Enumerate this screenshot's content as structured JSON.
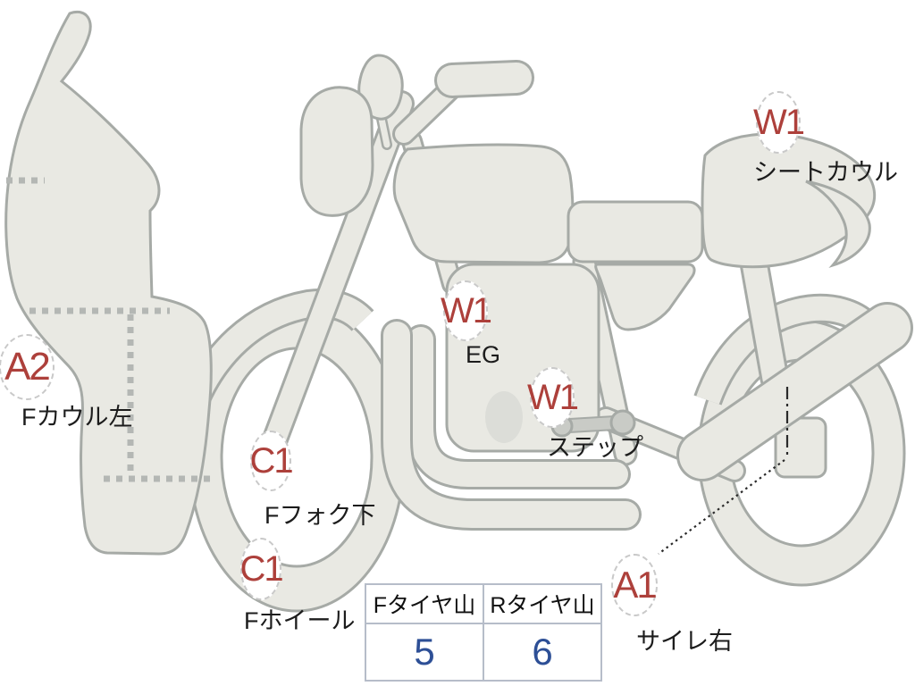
{
  "diagram": {
    "type": "motorcycle-condition-diagram",
    "annotations": [
      {
        "code": "A2",
        "part": "Fカウル左"
      },
      {
        "code": "C1",
        "part": "Fフォク下"
      },
      {
        "code": "C1",
        "part": "Fホイール"
      },
      {
        "code": "W1",
        "part": "EG"
      },
      {
        "code": "W1",
        "part": "ステップ"
      },
      {
        "code": "W1",
        "part": "シートカウル"
      },
      {
        "code": "A1",
        "part": "サイレ右"
      }
    ],
    "colors": {
      "code_text": "#ad403b",
      "part_text": "#1c1c1c",
      "body_fill": "#e9e9e3",
      "body_stroke": "#a6aaa6",
      "value_text": "#2d4f96",
      "table_border": "#b6bdc9"
    }
  },
  "tire_table": {
    "headers": [
      "Fタイヤ山",
      "Rタイヤ山"
    ],
    "values": [
      "5",
      "6"
    ]
  }
}
